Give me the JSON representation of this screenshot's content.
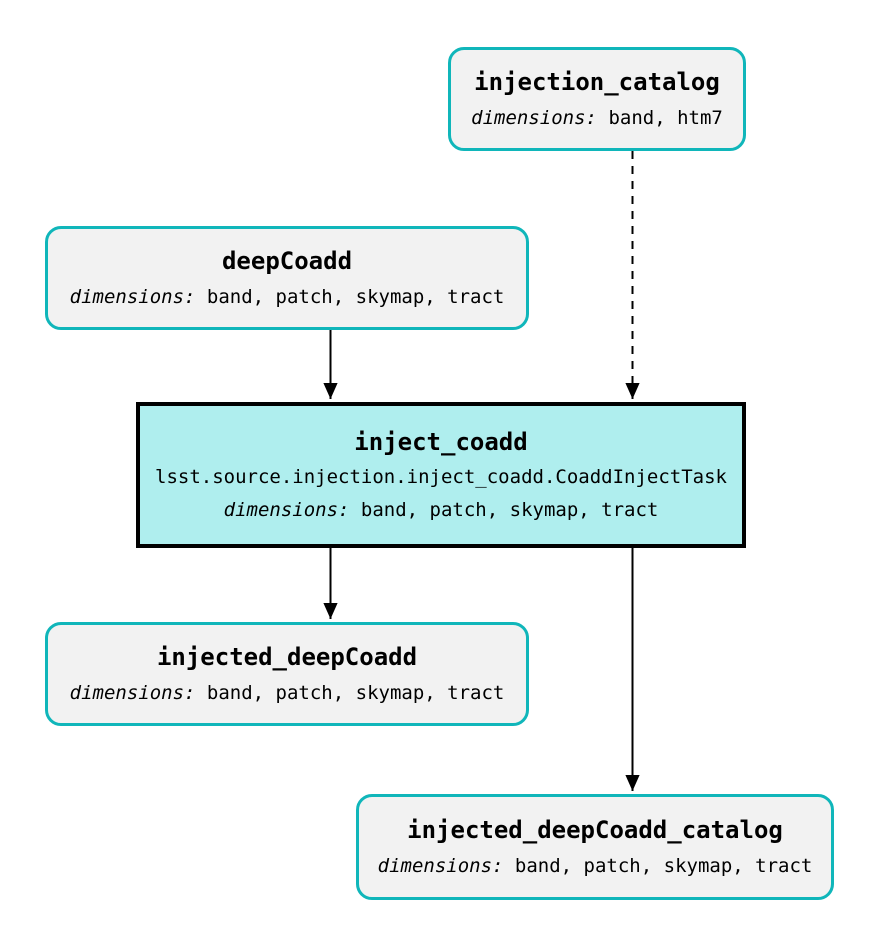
{
  "diagram": {
    "type": "pipeline-flowchart",
    "background": "#ffffff",
    "colors": {
      "dataset_border": "#10b6ba",
      "dataset_fill": "#f2f2f2",
      "task_border": "#000000",
      "task_fill": "#afeeee",
      "edge": "#000000",
      "text": "#000000"
    },
    "nodes": [
      {
        "id": "injection_catalog",
        "kind": "dataset",
        "title": "injection_catalog",
        "dimensions_label": "dimensions:",
        "dimensions": "band, htm7"
      },
      {
        "id": "deepCoadd",
        "kind": "dataset",
        "title": "deepCoadd",
        "dimensions_label": "dimensions:",
        "dimensions": "band, patch, skymap, tract"
      },
      {
        "id": "inject_coadd",
        "kind": "task",
        "title": "inject_coadd",
        "task_class": "lsst.source.injection.inject_coadd.CoaddInjectTask",
        "dimensions_label": "dimensions:",
        "dimensions": "band, patch, skymap, tract"
      },
      {
        "id": "injected_deepCoadd",
        "kind": "dataset",
        "title": "injected_deepCoadd",
        "dimensions_label": "dimensions:",
        "dimensions": "band, patch, skymap, tract"
      },
      {
        "id": "injected_deepCoadd_catalog",
        "kind": "dataset",
        "title": "injected_deepCoadd_catalog",
        "dimensions_label": "dimensions:",
        "dimensions": "band, patch, skymap, tract"
      }
    ],
    "edges": [
      {
        "from": "deepCoadd",
        "to": "inject_coadd",
        "style": "solid"
      },
      {
        "from": "injection_catalog",
        "to": "inject_coadd",
        "style": "dashed"
      },
      {
        "from": "inject_coadd",
        "to": "injected_deepCoadd",
        "style": "solid"
      },
      {
        "from": "inject_coadd",
        "to": "injected_deepCoadd_catalog",
        "style": "solid"
      }
    ]
  }
}
